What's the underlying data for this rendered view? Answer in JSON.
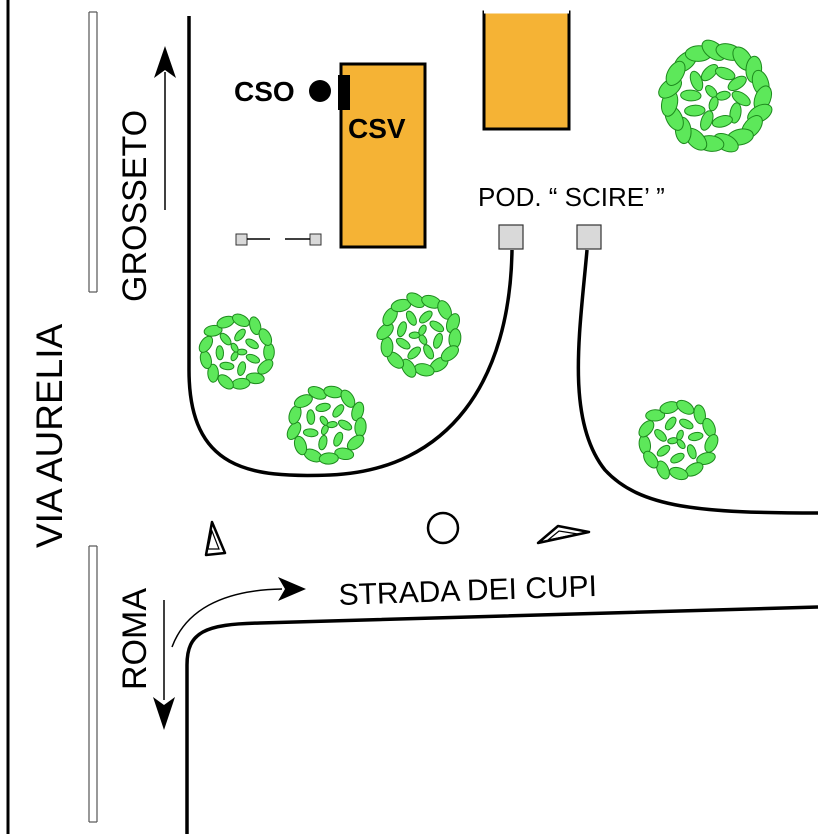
{
  "roads": {
    "via_aurelia": "VIA AURELIA",
    "grosseto": "GROSSETO",
    "roma": "ROMA",
    "strada_dei_cupi": "STRADA DEI CUPI"
  },
  "buildings": {
    "csv": "CSV",
    "cso": "CSO",
    "pod_scire": "POD. “ SCIRE’ ”"
  },
  "colors": {
    "building": "#f5b335",
    "tree": "#5de85a",
    "tree_outline": "#1d8a1d",
    "post": "#d9d9d9"
  }
}
